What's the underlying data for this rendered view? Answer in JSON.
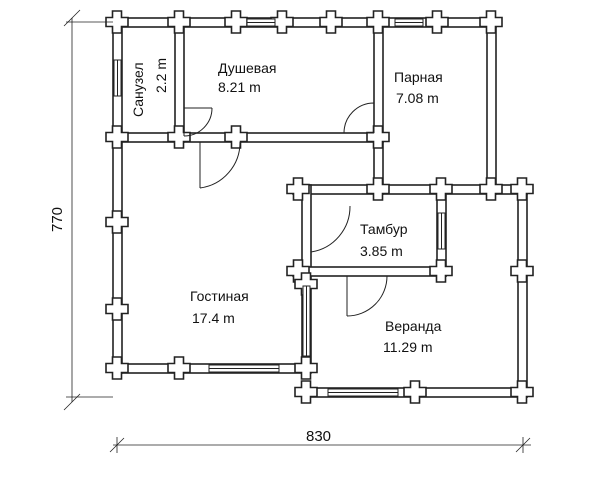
{
  "rooms": {
    "sanuzel": {
      "name": "Санузел",
      "area": "2.2 m"
    },
    "dushevaya": {
      "name": "Душевая",
      "area": "8.21 m"
    },
    "parnaya": {
      "name": "Парная",
      "area": "7.08 m"
    },
    "tambur": {
      "name": "Тамбур",
      "area": "3.85 m"
    },
    "gostinaya": {
      "name": "Гостиная",
      "area": "17.4 m"
    },
    "veranda": {
      "name": "Веранда",
      "area": "11.29 m"
    }
  },
  "dimensions": {
    "width": "830",
    "height": "770"
  }
}
